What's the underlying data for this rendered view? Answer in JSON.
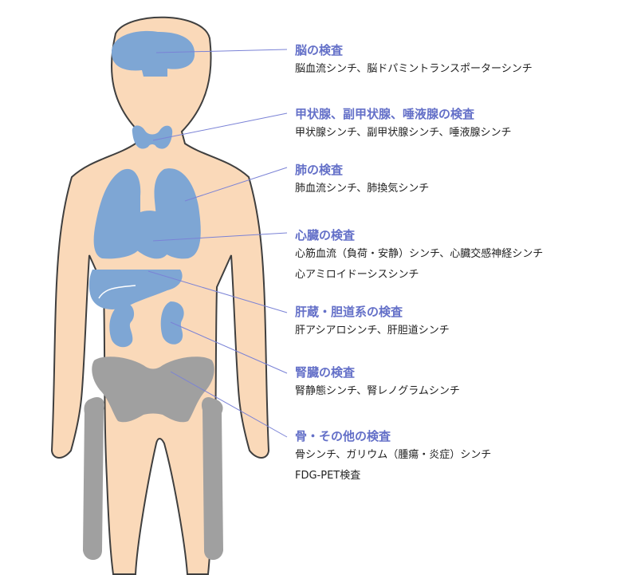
{
  "colors": {
    "skin": "#fad9b9",
    "outline": "#3f3f3f",
    "organ": "#7ea6d4",
    "bone": "#a0a0a0",
    "leader": "#7a82d6",
    "heading": "#6470c8",
    "text": "#222222"
  },
  "entries": [
    {
      "title": "脳の検査",
      "lines": [
        "脳血流シンチ、脳ドパミントランスポーターシンチ"
      ]
    },
    {
      "title": "甲状腺、副甲状腺、唾液腺の検査",
      "lines": [
        "甲状腺シンチ、副甲状腺シンチ、唾液腺シンチ"
      ]
    },
    {
      "title": "肺の検査",
      "lines": [
        "肺血流シンチ、肺換気シンチ"
      ]
    },
    {
      "title": "心臓の検査",
      "lines": [
        "心筋血流（負荷・安静）シンチ、心臓交感神経シンチ",
        "心アミロイドーシスシンチ"
      ]
    },
    {
      "title": "肝蔵・胆道系の検査",
      "lines": [
        "肝アシアロシンチ、肝胆道シンチ"
      ]
    },
    {
      "title": "腎臓の検査",
      "lines": [
        "腎静態シンチ、腎レノグラムシンチ"
      ]
    },
    {
      "title": "骨・その他の検査",
      "lines": [
        "骨シンチ、ガリウム（腫瘍・炎症）シンチ",
        "FDG-PET検査"
      ]
    }
  ]
}
